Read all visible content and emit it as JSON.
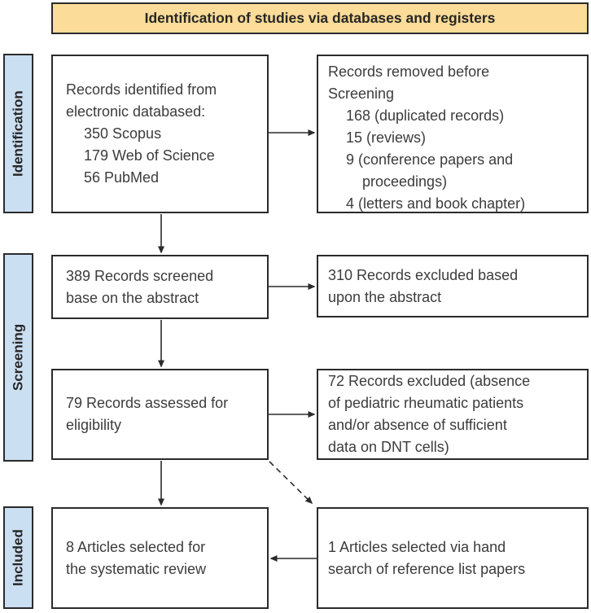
{
  "header": {
    "title": "Identification of studies via databases and registers"
  },
  "stages": {
    "identification": "Identification",
    "screening": "Screening",
    "included": "Included"
  },
  "boxes": {
    "records_identified": {
      "title_lines": [
        "Records identified from",
        "electronic databased:"
      ],
      "items": [
        "350 Scopus",
        "179 Web of Science",
        "56 PubMed"
      ]
    },
    "records_removed": {
      "title_lines": [
        "Records removed before",
        "Screening"
      ],
      "items": [
        "168 (duplicated records)",
        "15 (reviews)",
        "9 (conference papers and",
        "proceedings)",
        "4 (letters and book chapter)"
      ]
    },
    "records_screened": {
      "lines": [
        "389 Records screened",
        "base on the abstract"
      ]
    },
    "records_excluded_abstract": {
      "lines": [
        "310 Records excluded based",
        "upon the abstract"
      ]
    },
    "records_assessed": {
      "lines": [
        "79 Records assessed for",
        "eligibility"
      ]
    },
    "records_excluded_eligibility": {
      "lines": [
        "72 Records excluded (absence",
        "of pediatric rheumatic patients",
        "and/or absence of sufficient",
        "data on DNT cells)"
      ]
    },
    "articles_selected": {
      "lines": [
        "8 Articles selected for",
        "the systematic review"
      ]
    },
    "articles_hand_search": {
      "lines": [
        "1 Articles selected via hand",
        "search of reference list papers"
      ]
    }
  },
  "colors": {
    "header_fill": "#fbdc98",
    "stage_fill": "#cbdff2",
    "border": "#2b2b2b",
    "text": "#3c3c3c"
  }
}
